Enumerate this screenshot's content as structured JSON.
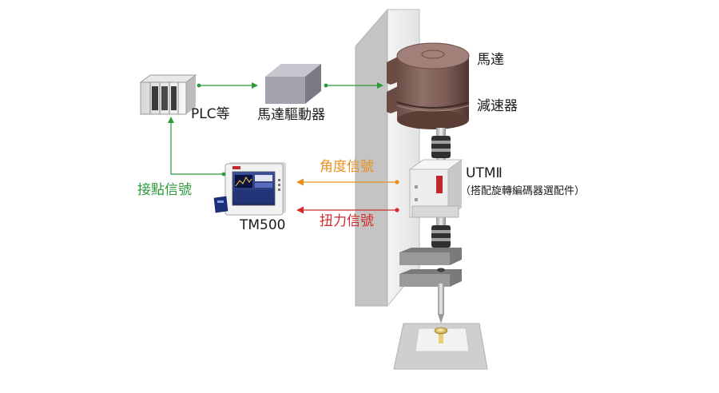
{
  "labels": {
    "plc": "PLC等",
    "motor_driver": "馬達驅動器",
    "motor": "馬達",
    "reducer": "減速器",
    "utm": "UTMⅡ",
    "utm_note": "（搭配旋轉編碼器選配件）",
    "angle_signal": "角度信號",
    "torque_signal": "扭力信號",
    "contact_signal": "接點信號",
    "tm500": "TM500"
  },
  "colors": {
    "green_arrow": "#2e9a3c",
    "orange_arrow": "#e8901e",
    "red_arrow": "#d42c2c",
    "text": "#1a1a1a"
  },
  "icons": [
    "plc-unit-icon",
    "motor-driver-box-icon",
    "tm500-device-icon",
    "sd-card-icon",
    "motor-icon",
    "utm-sensor-icon",
    "screw-icon"
  ]
}
